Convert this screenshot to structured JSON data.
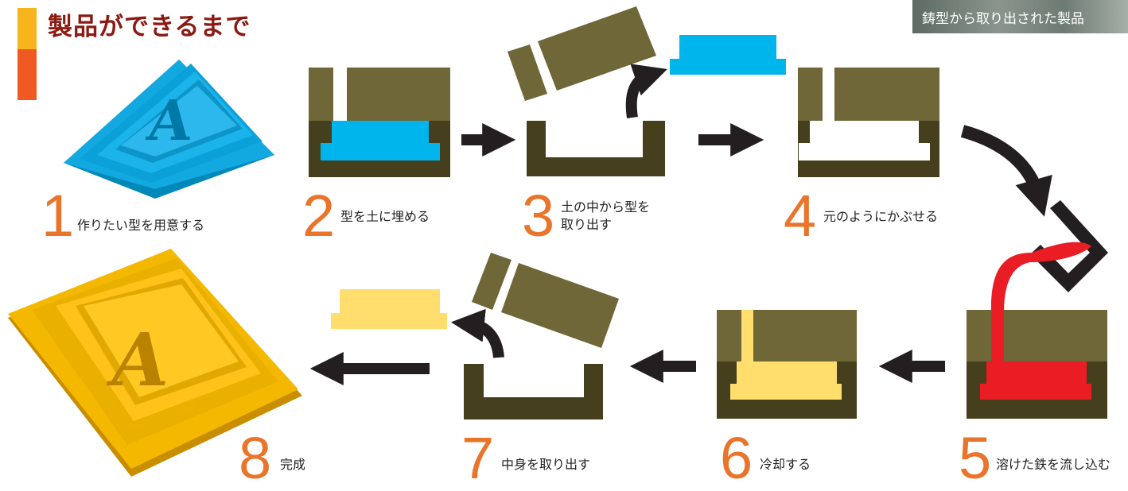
{
  "header": {
    "title": "製品ができるまで",
    "photo_caption": "鋳型から取り出された製品"
  },
  "steps": [
    {
      "number": "1",
      "label": "作りたい型を用意する"
    },
    {
      "number": "2",
      "label": "型を土に埋める"
    },
    {
      "number": "3",
      "label_line1": "土の中から型を",
      "label_line2": "取り出す"
    },
    {
      "number": "4",
      "label": "元のようにかぶせる"
    },
    {
      "number": "5",
      "label": "溶けた鉄を流し込む"
    },
    {
      "number": "6",
      "label": "冷却する"
    },
    {
      "number": "7",
      "label": "中身を取り出す"
    },
    {
      "number": "8",
      "label": "完成"
    }
  ],
  "pattern_letter": "A",
  "colors": {
    "title": "#8a1a12",
    "step_number": "#e9742a",
    "sand_top": "#6f6738",
    "sand_bottom": "#463f1e",
    "pattern_blue": "#00b5ec",
    "molten_red": "#ea1c24",
    "product_yellow": "#ffde6e",
    "arrow": "#231f20"
  }
}
